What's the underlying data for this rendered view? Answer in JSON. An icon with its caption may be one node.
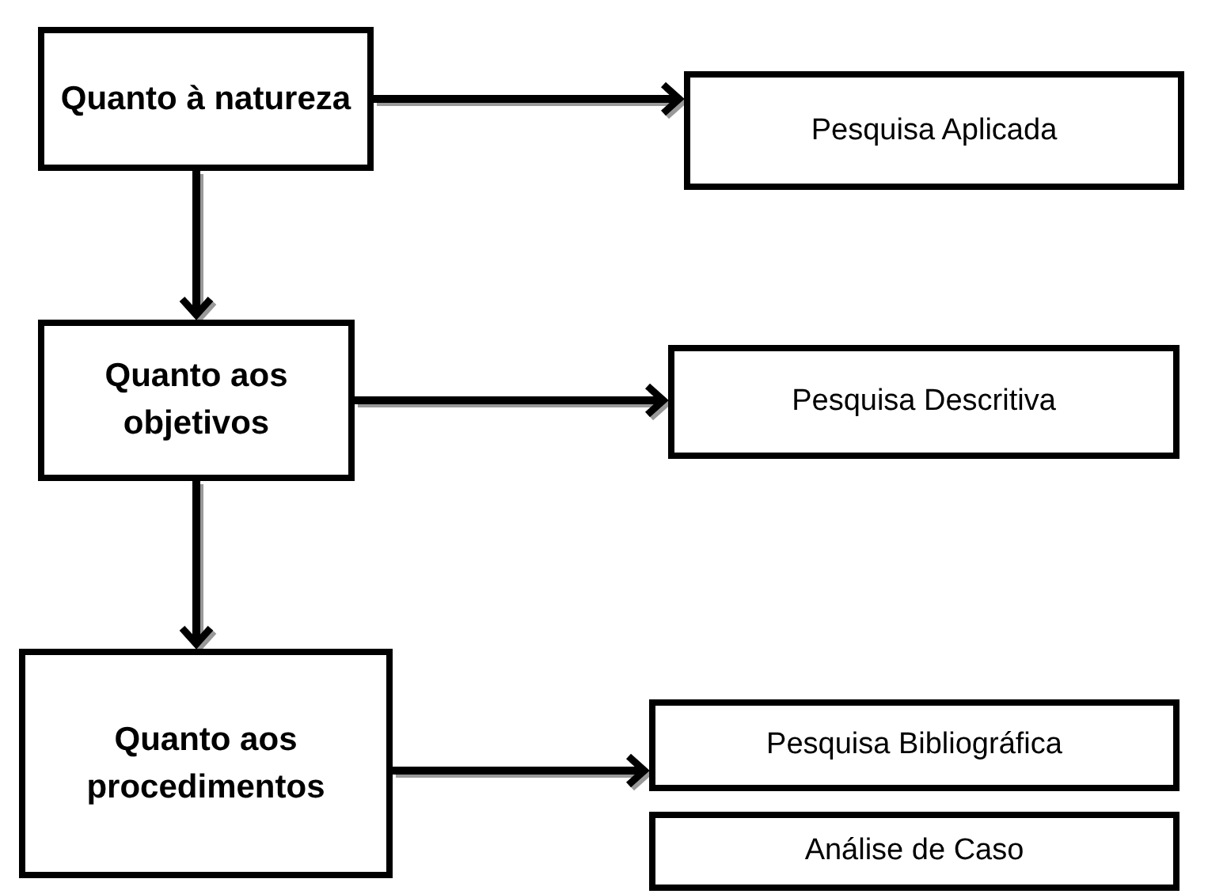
{
  "diagram": {
    "nodes": [
      {
        "text": [
          "Quanto à natureza"
        ]
      },
      {
        "text": [
          "Quanto aos objetivos"
        ]
      },
      {
        "text": [
          "Quanto aos procedimentos"
        ]
      },
      {
        "text": [
          "Pesquisa Aplicada"
        ]
      },
      {
        "text": [
          "Pesquisa Descritiva"
        ]
      },
      {
        "text": [
          "Pesquisa Bibliográfica"
        ]
      },
      {
        "text": [
          "Análise de Caso"
        ]
      }
    ],
    "edges": [
      {
        "from": 0,
        "to": 3,
        "arrow": "to"
      },
      {
        "from": 0,
        "to": 1,
        "arrow": "to"
      },
      {
        "from": 1,
        "to": 4,
        "arrow": "to"
      },
      {
        "from": 1,
        "to": 2,
        "arrow": "to"
      },
      {
        "from": 2,
        "to": 5,
        "arrow": "to"
      }
    ]
  }
}
